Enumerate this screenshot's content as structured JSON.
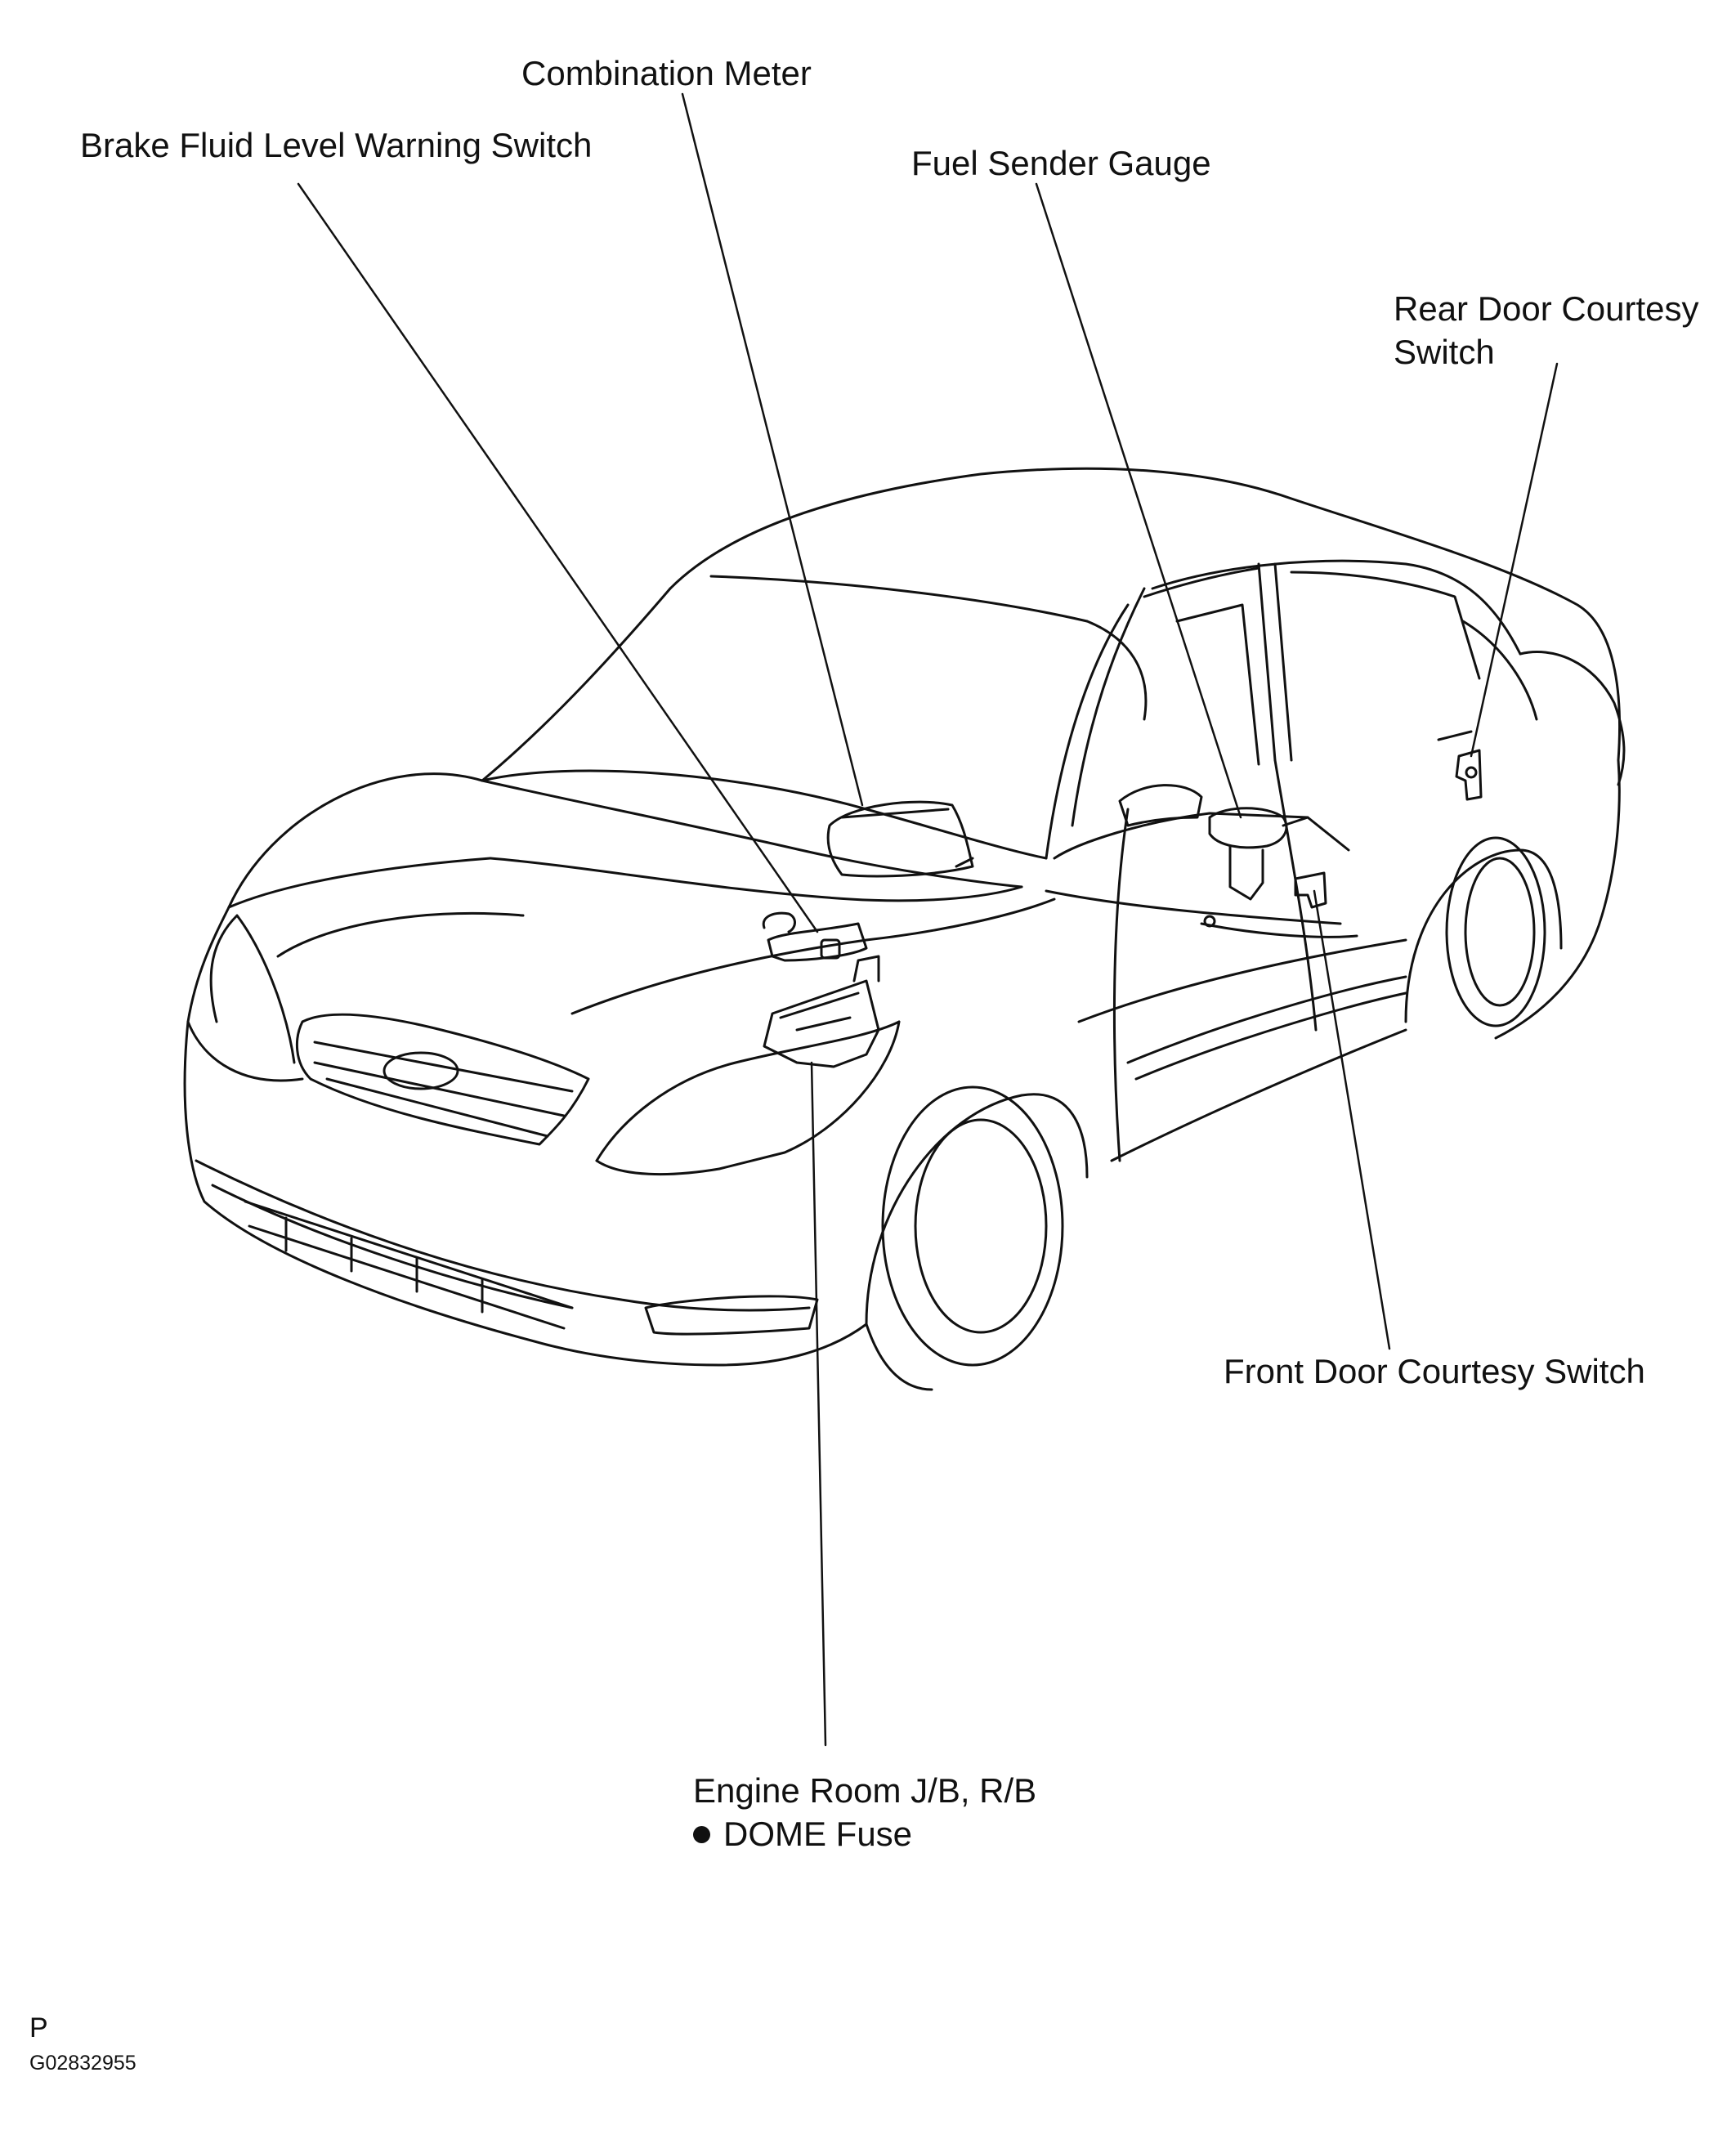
{
  "callouts": {
    "combination_meter": "Combination Meter",
    "brake_fluid": "Brake Fluid Level Warning Switch",
    "fuel_sender": "Fuel Sender Gauge",
    "rear_door": {
      "line1": "Rear Door Courtesy",
      "line2": "Switch"
    },
    "front_door": "Front Door Courtesy Switch",
    "engine_room": {
      "line1": "Engine Room J/B, R/B",
      "line2": "DOME Fuse"
    }
  },
  "footer": {
    "mark": "P",
    "code": "G02832955"
  },
  "colors": {
    "ink": "#111111",
    "paper": "#ffffff"
  }
}
